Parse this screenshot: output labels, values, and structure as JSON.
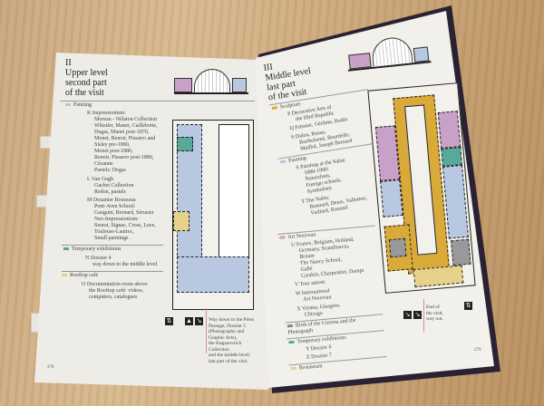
{
  "left_page": {
    "heading": [
      "II",
      "Upper level",
      "second part",
      "of the visit"
    ],
    "sections": [
      {
        "title": "Painting",
        "color": "#b8c8e0",
        "items": [
          {
            "letter": "K",
            "text": [
              "Impressionism:",
              "Moreau - Nélaton Collection",
              "Whistler, Manet, Caillebotte,",
              "Degas, Manet post-1870,",
              "Monet, Renoir, Pissarro and",
              "Sisley pre-1880,",
              "Monet post-1880,",
              "Renoir, Pissarro post-1880,",
              "Cézanne",
              "Pastels: Degas"
            ]
          },
          {
            "letter": "L",
            "text": [
              "Van Gogh",
              "Gachet Collection",
              "Redon, pastels"
            ]
          },
          {
            "letter": "M",
            "text": [
              "Douanier Rousseau",
              "Pont-Aven School:",
              "Gauguin, Bernard, Sérusier",
              "Neo-Impressionism:",
              "Seurat, Signac, Cross, Luce,",
              "Toulouse-Lautrec,",
              "Small paintings"
            ]
          }
        ]
      },
      {
        "title": "Temporary exhibitions",
        "color": "#5aa89a",
        "items": [
          {
            "letter": "N",
            "text": [
              "Dossier 4",
              "way down to the middle level"
            ]
          }
        ]
      },
      {
        "title": "Rooftop café",
        "color": "#e6d28a",
        "items": [
          {
            "letter": "O",
            "text": [
              "Documentation room above",
              "the Rooftop café: videos,",
              "computers, catalogues"
            ]
          }
        ]
      }
    ],
    "caption": [
      "Way down to the Press",
      "Passage, Dossier 5",
      "(Photography and",
      "Graphic Arts),",
      "the Kaganovitch",
      "Collection",
      "and the middle level:",
      "last part of the visit."
    ],
    "page_number": "276"
  },
  "right_page": {
    "heading": [
      "III",
      "Middle level",
      "last part",
      "of the visit"
    ],
    "sections": [
      {
        "title": "Sculpture",
        "color": "#d9a93a",
        "items": [
          {
            "letter": "P",
            "text": [
              "Decorative Arts of",
              "the IIIrd Republic"
            ]
          },
          {
            "letter": "Q",
            "text": [
              "Frémiet, Gérôme, Rodin"
            ]
          },
          {
            "letter": "S",
            "text": [
              "Dalou, Rosso,",
              "Bartholomé, Bourdelle,",
              "Maillol, Joseph Bernard"
            ]
          }
        ]
      },
      {
        "title": "Painting",
        "color": "#b8c8e0",
        "items": [
          {
            "letter": "S",
            "text": [
              "Painting at the Salon",
              "1880-1900:",
              "Naturalism,",
              "Foreign schools,",
              "Symbolism"
            ]
          },
          {
            "letter": "T",
            "text": [
              "The Nabis:",
              "Bonnard, Denis, Vallotton,",
              "Vuillard, Roussel"
            ]
          }
        ]
      },
      {
        "title": "Art Nouveau",
        "color": "#c9a0c8",
        "items": [
          {
            "letter": "U",
            "text": [
              "France, Belgium, Holland,",
              "Germany, Scandinavia,",
              "Britain",
              "The Nancy School,",
              "Gallé",
              "Carabin, Charpentier, Dampt"
            ]
          },
          {
            "letter": "V",
            "text": [
              "Tour amont"
            ]
          },
          {
            "letter": "W",
            "text": [
              "International",
              "Art Nouveau"
            ]
          },
          {
            "letter": "X",
            "text": [
              "Vienna, Glasgow,",
              "Chicago"
            ]
          }
        ]
      },
      {
        "title": "Birth of the Cinema and the Photograph",
        "color": "#888888",
        "items": []
      },
      {
        "title": "Temporary exhibitions",
        "color": "#5aa89a",
        "items": [
          {
            "letter": "Y",
            "text": [
              "Dossier 6"
            ]
          },
          {
            "letter": "Z",
            "text": [
              "Dossier 7"
            ]
          }
        ]
      },
      {
        "title": "Restaurant",
        "color": "#e6d28a",
        "items": []
      }
    ],
    "caption": [
      "End of",
      "the visit,",
      "way out."
    ],
    "page_number": "279"
  },
  "colors": {
    "painting": "#b8c8e0",
    "sculpture": "#d9a93a",
    "art_nouveau": "#c9a0c8",
    "restaurant": "#e6d28a",
    "temporary": "#5aa89a"
  }
}
